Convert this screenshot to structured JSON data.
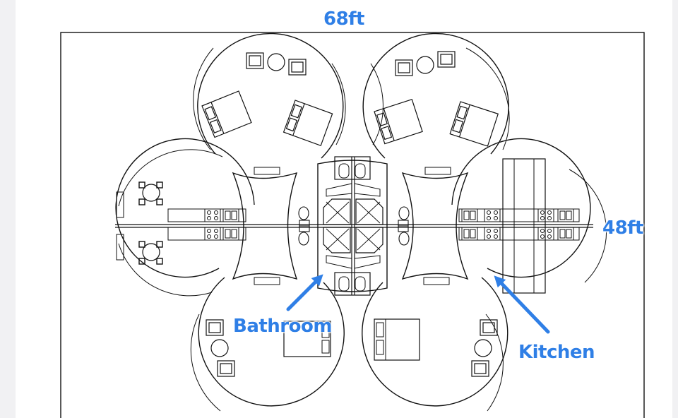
{
  "dimensions": {
    "width_label": "68ft",
    "height_label": "48ft"
  },
  "rooms": {
    "bathroom_label": "Bathroom",
    "kitchen_label": "Kitchen"
  },
  "colors": {
    "accent": "#2f7fe6",
    "line": "#111111",
    "page_background": "#f1f1f3",
    "sheet_background": "#ffffff"
  },
  "icons": [
    "arrow-icon",
    "bed-icon",
    "chair-icon",
    "table-icon",
    "toilet-icon",
    "stove-icon",
    "shower-icon",
    "door-icon"
  ]
}
